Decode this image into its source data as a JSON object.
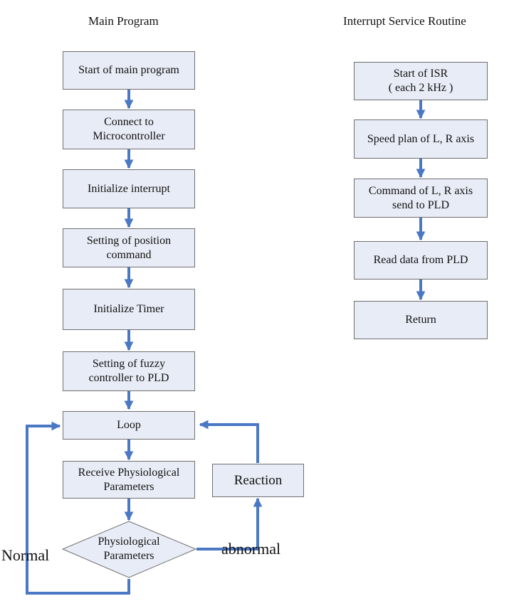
{
  "titles": {
    "main": "Main Program",
    "isr": "Interrupt Service Routine"
  },
  "main_steps": [
    {
      "line1": "Start of main program",
      "line2": ""
    },
    {
      "line1": "Connect to",
      "line2": "Microcontroller"
    },
    {
      "line1": "Initialize interrupt",
      "line2": ""
    },
    {
      "line1": "Setting of position",
      "line2": "command"
    },
    {
      "line1": "Initialize Timer",
      "line2": ""
    },
    {
      "line1": "Setting of fuzzy",
      "line2": "controller to PLD"
    },
    {
      "line1": "Loop",
      "line2": ""
    },
    {
      "line1": "Receive Physiological",
      "line2": "Parameters"
    }
  ],
  "decision": {
    "line1": "Physiological",
    "line2": "Parameters"
  },
  "reaction": "Reaction",
  "branch_labels": {
    "normal": "Normal",
    "abnormal": "abnormal"
  },
  "isr_steps": [
    {
      "line1": "Start of ISR",
      "line2": "( each 2 kHz )"
    },
    {
      "line1": "Speed plan of L, R axis",
      "line2": ""
    },
    {
      "line1": "Command of L, R axis",
      "line2": "send to PLD"
    },
    {
      "line1": "Read data from PLD",
      "line2": ""
    },
    {
      "line1": "Return",
      "line2": ""
    }
  ],
  "colors": {
    "box_fill": "#e8ecf6",
    "box_border": "#6f6f6f",
    "connector": "#4a78c4"
  }
}
